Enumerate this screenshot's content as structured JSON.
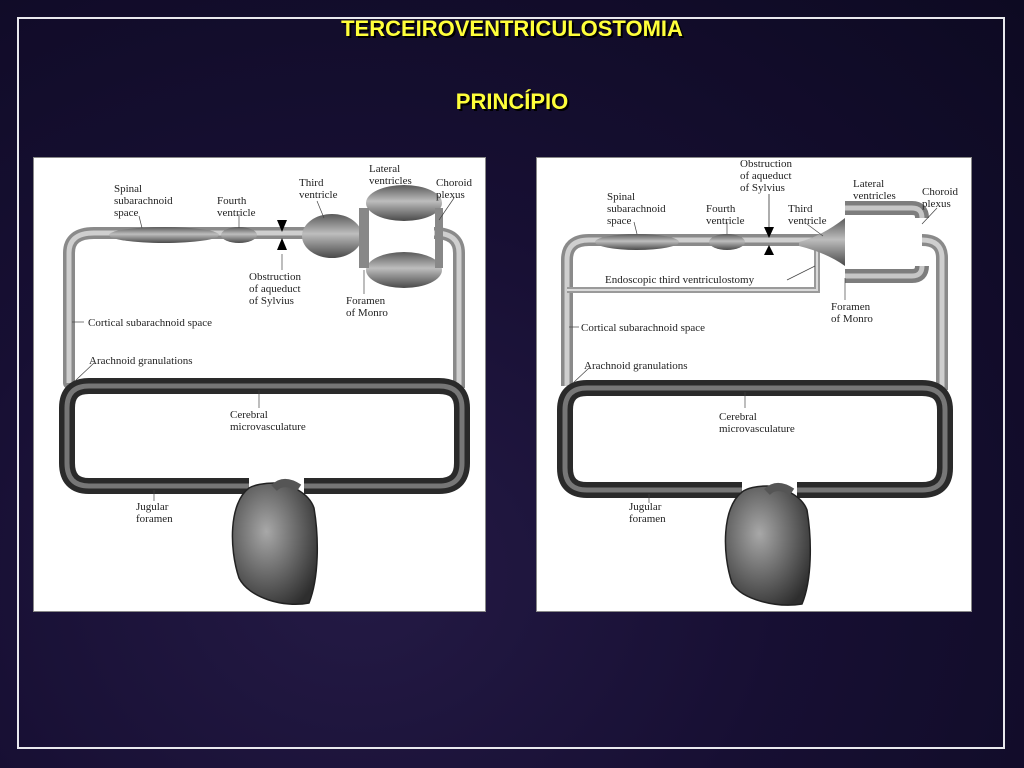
{
  "slide": {
    "title": "TERCEIROVENTRICULOSTOMIA",
    "subtitle": "PRINCÍPIO"
  },
  "left_panel": {
    "spinal": [
      "Spinal",
      "subarachnoid",
      "space"
    ],
    "fourth": [
      "Fourth",
      "ventricle"
    ],
    "third": [
      "Third",
      "ventricle"
    ],
    "lateral": [
      "Lateral",
      "ventricles"
    ],
    "choroid": [
      "Choroid",
      "plexus"
    ],
    "obstruction": [
      "Obstruction",
      "of aqueduct",
      "of Sylvius"
    ],
    "foramen_monro": [
      "Foramen",
      "of Monro"
    ],
    "cortical": "Cortical subarachnoid space",
    "arachnoid": "Arachnoid granulations",
    "cerebral": [
      "Cerebral",
      "microvasculature"
    ],
    "jugular": [
      "Jugular",
      "foramen"
    ]
  },
  "right_panel": {
    "obstruction": [
      "Obstruction",
      "of aqueduct",
      "of Sylvius"
    ],
    "lateral": [
      "Lateral",
      "ventricles"
    ],
    "choroid": [
      "Choroid",
      "plexus"
    ],
    "spinal": [
      "Spinal",
      "subarachnoid",
      "space"
    ],
    "fourth": [
      "Fourth",
      "ventricle"
    ],
    "third": [
      "Third",
      "ventricle"
    ],
    "endoscopic": "Endoscopic third ventriculostomy",
    "foramen_monro": [
      "Foramen",
      "of Monro"
    ],
    "cortical": "Cortical subarachnoid space",
    "arachnoid": "Arachnoid granulations",
    "cerebral": [
      "Cerebral",
      "microvasculature"
    ],
    "jugular": [
      "Jugular",
      "foramen"
    ]
  }
}
